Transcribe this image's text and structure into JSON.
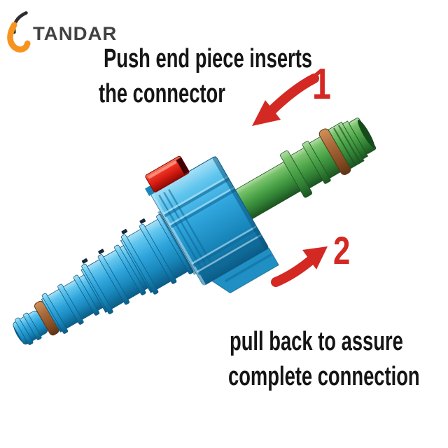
{
  "canvas": {
    "background": "#ffffff"
  },
  "brand": {
    "name": "TANDAR"
  },
  "steps": [
    {
      "number": "1",
      "line1": "Push end piece inserts",
      "line2": "the connector"
    },
    {
      "number": "2",
      "line1": "pull back to assure",
      "line2": "complete connection"
    }
  ],
  "colors": {
    "accent_red": "#d42823",
    "instruction_text": "#151515",
    "brand_text": "#414143",
    "brand_orange": "#f7941e",
    "connector_blue": "#2fa5dc",
    "end_piece_green": "#4ba348",
    "o_ring_brown": "#a8683a",
    "latch_red": "#d31a12"
  },
  "illustration": {
    "subject": "quick-connect-fitting",
    "parts": [
      "blue-connector-stem",
      "blue-o-ring",
      "connector-body",
      "release-latch-button",
      "green-end-piece",
      "green-o-ring"
    ]
  }
}
